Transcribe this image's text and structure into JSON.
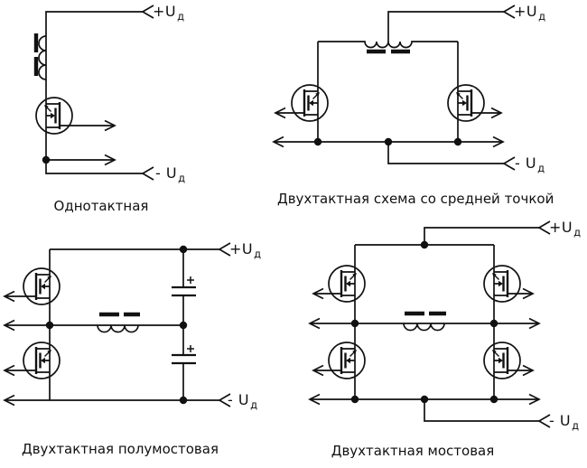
{
  "diagram": {
    "background": "#ffffff",
    "line_color": "#111111",
    "circuits": [
      {
        "id": "single-ended",
        "caption": "Однотактная",
        "labels": {
          "positive": {
            "text": "+U",
            "subscript": "д"
          },
          "negative": {
            "text": "- U",
            "subscript": "д"
          }
        }
      },
      {
        "id": "push-pull-center-tap",
        "caption": "Двухтактная схема со средней точкой",
        "labels": {
          "positive": {
            "text": "+U",
            "subscript": "д"
          },
          "negative": {
            "text": "- U",
            "subscript": "д"
          }
        }
      },
      {
        "id": "push-pull-half-bridge",
        "caption": "Двухтактная полумостовая",
        "labels": {
          "positive": {
            "text": "+U",
            "subscript": "д"
          },
          "negative": {
            "text": "- U",
            "subscript": "д"
          },
          "capacitor_polarity": "+"
        }
      },
      {
        "id": "push-pull-full-bridge",
        "caption": "Двухтактная мостовая",
        "labels": {
          "positive": {
            "text": "+U",
            "subscript": "д"
          },
          "negative": {
            "text": "- U",
            "subscript": "д"
          }
        }
      }
    ]
  }
}
